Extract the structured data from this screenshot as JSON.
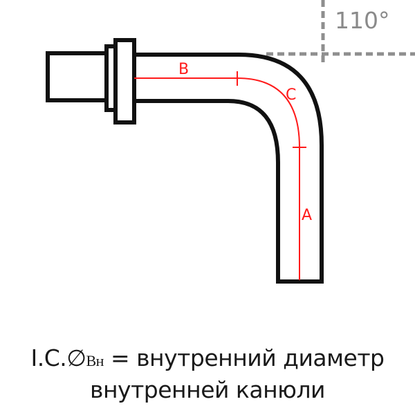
{
  "figure": {
    "angle_label": "110°",
    "labels": {
      "a": "A",
      "b": "B",
      "c": "C"
    },
    "colors": {
      "outline": "#111111",
      "centerline": "#ff1a1a",
      "guide": "#8f8f8f"
    }
  },
  "caption": {
    "prefix": "I.C.",
    "diameter_symbol": "∅",
    "subscript": "Вн",
    "equals": " = ",
    "line1_text": "внутренний диаметр",
    "line2_text": "внутренней канюли"
  }
}
